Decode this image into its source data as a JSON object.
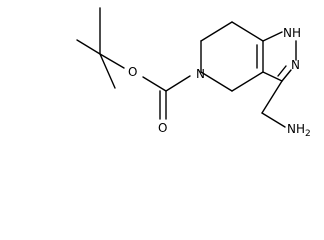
{
  "molecule": {
    "atoms": {
      "n_ring": "N",
      "nh": "NH",
      "n_pyrazole": "N",
      "o_carbonyl": "O",
      "o_ester": "O",
      "nh2": "NH",
      "nh2_subscript": "2"
    }
  }
}
